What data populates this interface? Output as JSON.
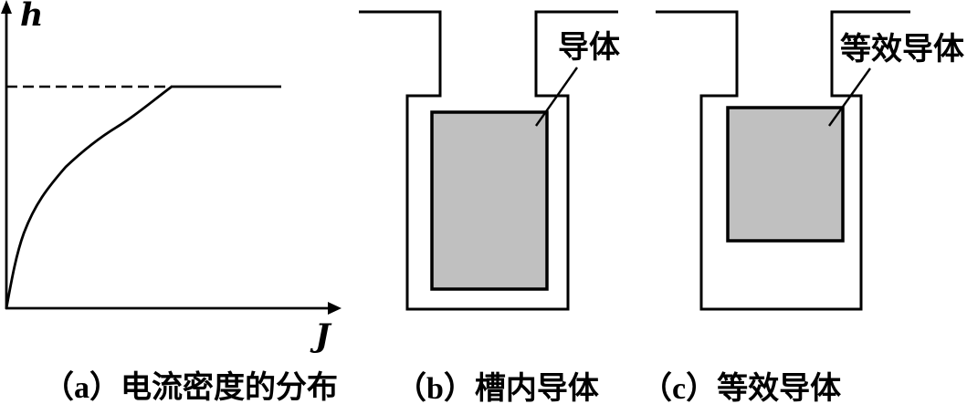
{
  "figure": {
    "background": "#ffffff",
    "ink": "#000000",
    "conductor_fill": "#c0c0c0",
    "panel_a": {
      "caption": "（a）电流密度的分布",
      "y_axis_label": "h",
      "x_axis_label": "J"
    },
    "panel_b": {
      "caption": "（b）槽内导体",
      "label": "导体"
    },
    "panel_c": {
      "caption": "（c）等效导体",
      "label": "等效导体"
    }
  },
  "chart_data": {
    "type": "line",
    "title": "（a）电流密度的分布",
    "xlabel": "J",
    "ylabel": "h",
    "axis_tick_labels": false,
    "grid": false,
    "annotations": [
      "dashed horizontal asymptote at saturation level, curve joins flat solid line"
    ],
    "series": [
      {
        "name": "current-density distribution curve",
        "x_norm": [
          0,
          0.05,
          0.12,
          0.18,
          0.25,
          0.33,
          0.41,
          0.46,
          0.51,
          0.85
        ],
        "y_norm": [
          0,
          0.34,
          0.53,
          0.64,
          0.72,
          0.81,
          0.88,
          0.95,
          1.0,
          1.0
        ]
      }
    ],
    "xlim_norm": [
      0,
      1
    ],
    "ylim_norm": [
      0,
      1.18
    ]
  }
}
